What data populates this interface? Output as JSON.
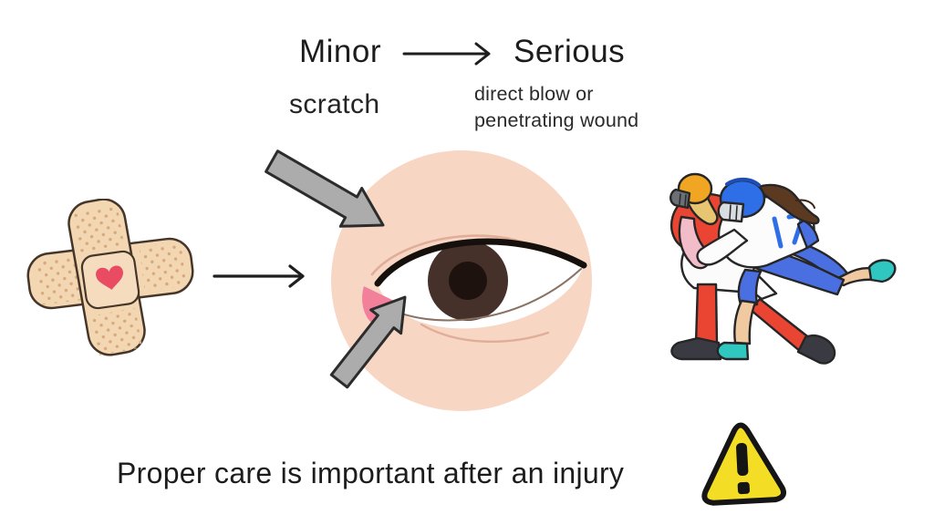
{
  "spectrum": {
    "minor_label": "Minor",
    "serious_label": "Serious",
    "minor_example": "scratch",
    "serious_example_line1": "direct blow or",
    "serious_example_line2": "penetrating wound"
  },
  "footer": {
    "message": "Proper care is important after an injury"
  },
  "icons": {
    "warning": "warning-triangle-icon",
    "minor_to_serious": "arrow-right-icon",
    "bandage_to_eye": "arrow-right-icon",
    "upper_impact": "thick-arrow-down-right-icon",
    "lower_impact": "thick-arrow-up-right-icon"
  },
  "illustrations": {
    "left": "crossed-bandage-with-heart",
    "center": "eye-close-up",
    "right": "football-players-tackle"
  },
  "colors": {
    "text": "#1c1c1c",
    "skin": "#f8d6c4",
    "crease": "#e0ad99",
    "iris_brown": "#46302a",
    "pupil": "#1d120d",
    "caruncle_pink": "#f2809a",
    "impact_arrow_gray": "#acacac",
    "bandage_tan": "#f3d7b3",
    "bandage_dots": "#d8a87c",
    "heart_red": "#e94b62",
    "warning_yellow": "#f4de25",
    "helmet_gold": "#f0a622",
    "helmet_blue": "#2e6fe8",
    "jersey_red": "#ea4433",
    "pants_blue": "#4a6fe0",
    "shoe_teal": "#2fc7c0"
  }
}
